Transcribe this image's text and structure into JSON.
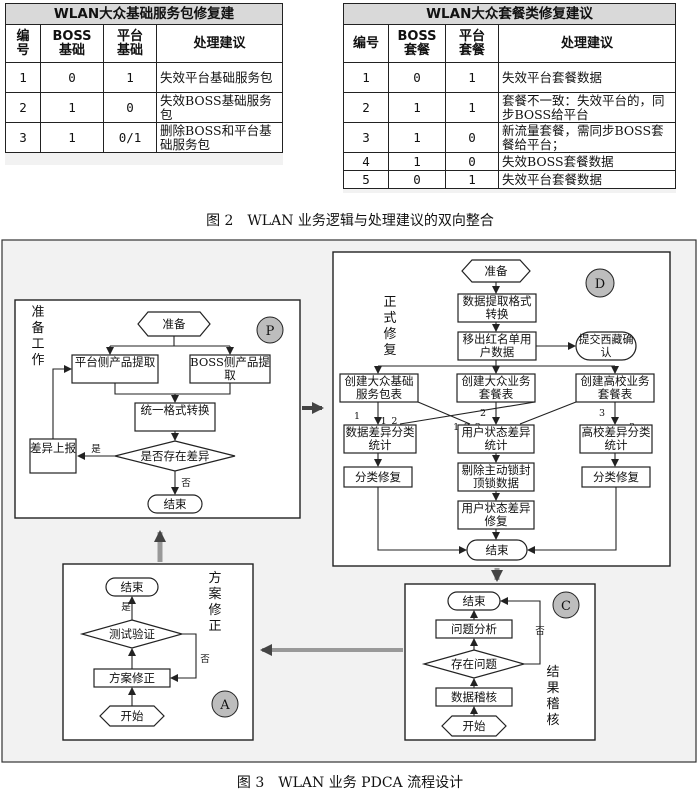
{
  "table1": {
    "title": "WLAN大众基础服务包修复建",
    "headers": [
      "编号",
      "BOSS基础",
      "平台基础",
      "处理建议"
    ],
    "header_lines": [
      [
        "编",
        "号"
      ],
      [
        "BOSS",
        "基础"
      ],
      [
        "平台",
        "基础"
      ],
      [
        "处理建议"
      ]
    ],
    "rows": [
      {
        "no": "1",
        "boss": "0",
        "plat": "1",
        "advice": "失效平台基础服务包"
      },
      {
        "no": "2",
        "boss": "1",
        "plat": "0",
        "advice": "失效BOSS基础服务包"
      },
      {
        "no": "3",
        "boss": "1",
        "plat": "0/1",
        "advice": "删除BOSS和平台基础服务包"
      }
    ]
  },
  "table2": {
    "title": "WLAN大众套餐类修复建议",
    "headers": [
      "编号",
      "BOSS套餐",
      "平台套餐",
      "处理建议"
    ],
    "rows": [
      {
        "no": "1",
        "boss": "0",
        "plat": "1",
        "advice": "失效平台套餐数据"
      },
      {
        "no": "2",
        "boss": "1",
        "plat": "1",
        "advice": "套餐不一致：失效平台的，同步BOSS给平台"
      },
      {
        "no": "3",
        "boss": "1",
        "plat": "0",
        "advice": "新流量套餐，需同步BOSS套餐给平台；"
      },
      {
        "no": "4",
        "boss": "1",
        "plat": "0",
        "advice": "失效BOSS套餐数据"
      },
      {
        "no": "5",
        "boss": "0",
        "plat": "1",
        "advice": "失效平台套餐数据"
      }
    ]
  },
  "caption_fig2": "图 2　WLAN 业务逻辑与处理建议的双向整合",
  "caption_fig3": "图 3　WLAN 业务 PDCA 流程设计",
  "panel_p": {
    "letter": "P",
    "title": [
      "准",
      "备",
      "工",
      "作"
    ],
    "start": "准备",
    "platform_extract": "平台侧产品提取",
    "boss_extract": "BOSS侧产品提取",
    "unify": "统一格式转换",
    "decision": "是否存在差异",
    "report": "差异上报",
    "yes": "是",
    "no": "否",
    "end": "结束"
  },
  "panel_d": {
    "letter": "D",
    "title": [
      "正",
      "式",
      "修",
      "复"
    ],
    "start": "准备",
    "extract": "数据提取格式转换",
    "remove": "移出红名单用户数据",
    "tibet": "提交西藏确认",
    "base_pkg": "创建大众基础服务包表",
    "biz_pkg": "创建大众业务套餐表",
    "campus_pkg": "创建高校业务套餐表",
    "l1": "1",
    "l1_2": "1_2",
    "l2": "2",
    "l1_2_3": "1_2_3",
    "l3": "3",
    "l3b": "3",
    "diff_stat": "数据差异分类统计",
    "user_diff_stat": "用户状态差异统计",
    "campus_diff": "高校差异分类统计",
    "fix1": "分类修复",
    "unlock": "剔除主动锁封顶锁数据",
    "fix3": "分类修复",
    "user_fix": "用户状态差异修复",
    "end": "结束"
  },
  "panel_c": {
    "letter": "C",
    "title": [
      "结",
      "果",
      "稽",
      "核"
    ],
    "end": "结束",
    "analysis": "问题分析",
    "decision": "存在问题",
    "audit": "数据稽核",
    "start": "开始",
    "yes": "否"
  },
  "panel_a": {
    "letter": "A",
    "title": [
      "方",
      "案",
      "修",
      "正"
    ],
    "end": "结束",
    "test": "测试验证",
    "fix": "方案修正",
    "start": "开始",
    "yes": "是",
    "no": "否"
  }
}
